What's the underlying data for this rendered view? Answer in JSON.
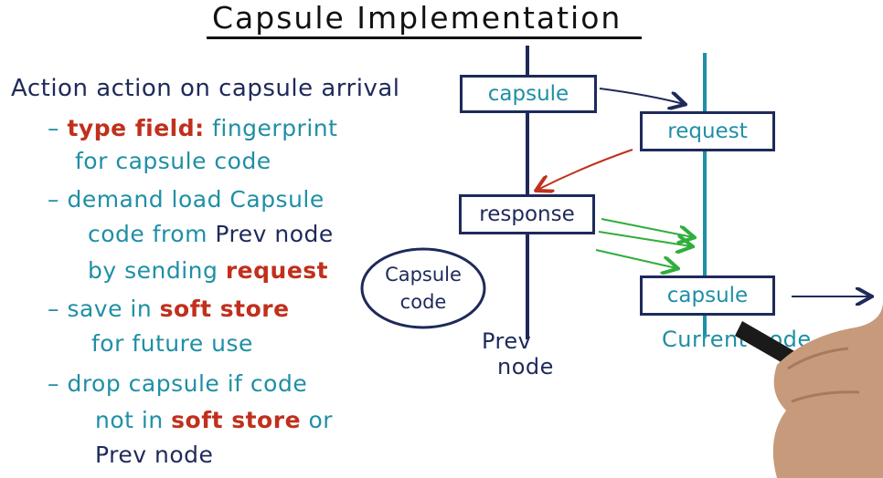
{
  "title": "Capsule Implementation",
  "heading": "Action action on capsule arrival",
  "bullets": [
    {
      "dash": "–",
      "parts": [
        {
          "text": "type field:",
          "style": "red"
        },
        {
          "text": " fingerprint",
          "style": "teal"
        }
      ],
      "line2": "for capsule code"
    },
    {
      "dash": "–",
      "line1": "demand load Capsule",
      "line2a": "code from ",
      "line2b": "Prev node",
      "line3a": "by sending ",
      "line3b": "request"
    },
    {
      "dash": "–",
      "line1a": "save in ",
      "line1b": "soft store",
      "line2": "for future use"
    },
    {
      "dash": "–",
      "line1": "drop capsule if code",
      "line2a": "not in ",
      "line2b": "soft store",
      "line2c": " or",
      "line3": "Prev node"
    }
  ],
  "diagram": {
    "boxes": {
      "capsule_left": "capsule",
      "request": "request",
      "response": "response",
      "capsule_right": "capsule"
    },
    "ellipse": {
      "line1": "Capsule",
      "line2": "code"
    },
    "labels": {
      "prev_line1": "Prev",
      "prev_line2": "node",
      "current": "Current node"
    }
  },
  "colors": {
    "navy": "#1e2a5a",
    "teal": "#1f8fa6",
    "red": "#c0301c",
    "green": "#2fae3c"
  }
}
